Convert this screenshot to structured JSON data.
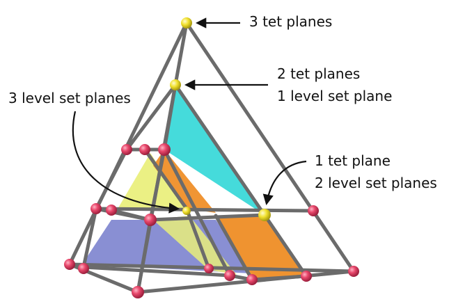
{
  "diagram": {
    "labels": {
      "top_vertex": "3 tet planes",
      "upper_point_line1": "2 tet planes",
      "upper_point_line2": "1 level set plane",
      "left_point": "3 level set planes",
      "right_point_line1": "1 tet plane",
      "right_point_line2": "2 level set planes"
    },
    "colors": {
      "frame_rod": "#6b6b6b",
      "node_pink": "#e8476b",
      "node_yellow": "#f1e12e",
      "face_cyan": "#35d8d8",
      "face_yellow": "#e9ef7a",
      "face_orange": "#ee8a1e",
      "face_blue": "#7f86cf",
      "arrow": "#111111"
    }
  }
}
